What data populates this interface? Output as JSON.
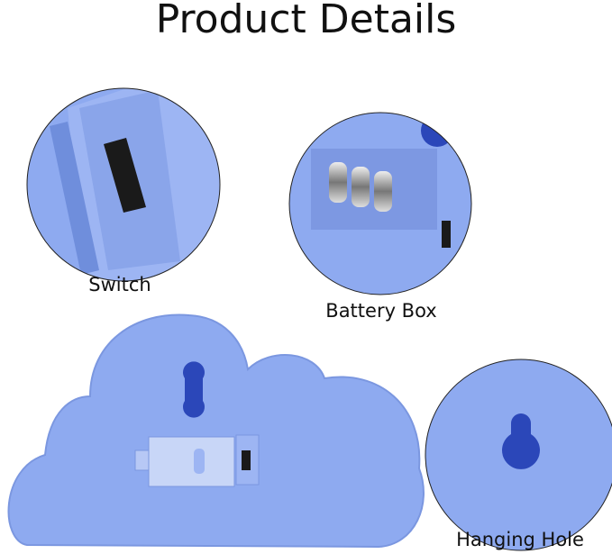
{
  "title": "Product Details",
  "labels": {
    "switch": "Switch",
    "battery_box": "Battery Box",
    "hanging_hole": "Hanging Hole"
  },
  "colors": {
    "product_blue": "#8eaaf0",
    "shadow_blue": "#6f8edc",
    "hole_blue": "#2b47b9",
    "switch_black": "#1a1a1a"
  }
}
